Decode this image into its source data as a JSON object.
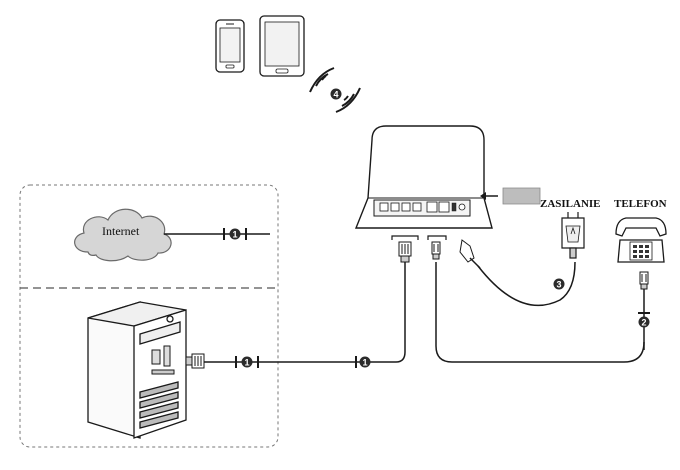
{
  "labels": {
    "internet": "Internet",
    "power": "ZASILANIE",
    "phone": "TELEFON"
  },
  "markers": {
    "wan": "1",
    "phone_line": "2",
    "power_supply": "3",
    "wireless": "4"
  },
  "colors": {
    "line": "#1a1a1a",
    "marker_fill": "#2b2b2b",
    "cloud_fill": "#d6d6d6",
    "dashed_border": "#777777",
    "sim_card": "#bdbdbd"
  }
}
